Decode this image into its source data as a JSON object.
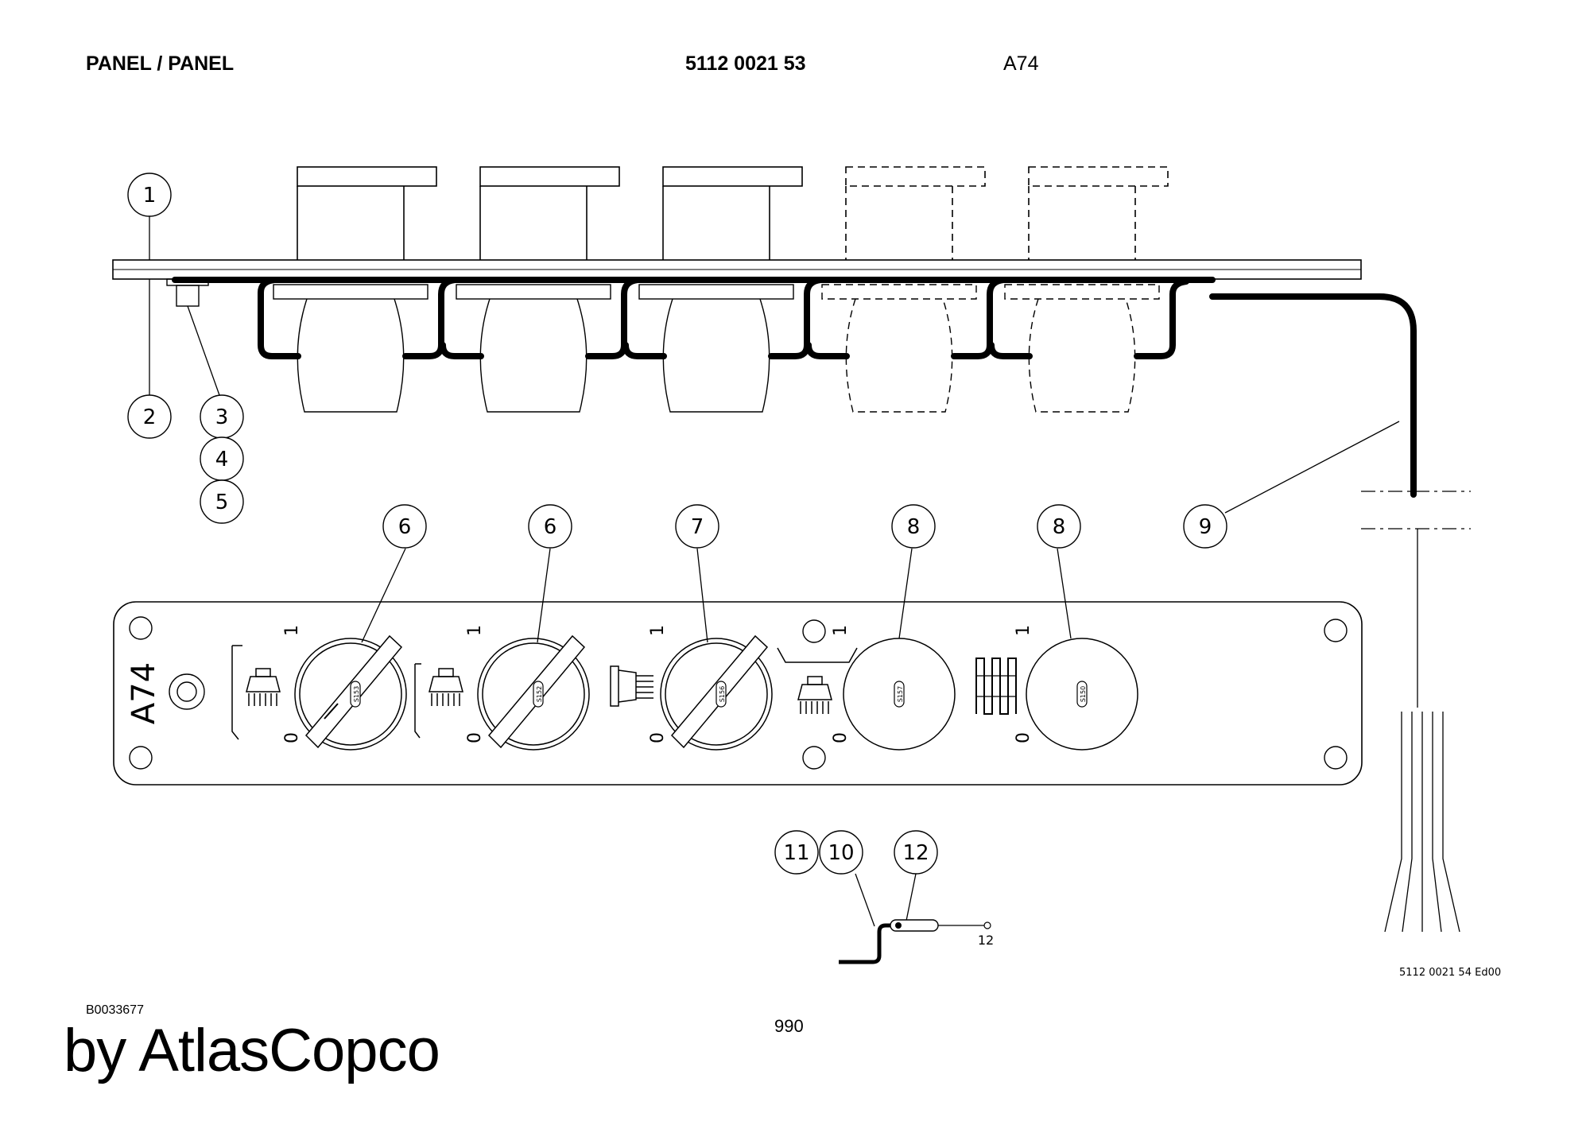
{
  "header": {
    "title": "PANEL / PANEL",
    "part_number": "5112 0021 53",
    "reference": "A74"
  },
  "panel": {
    "label": "A74",
    "switch_ids": [
      "S153",
      "S152",
      "S156",
      "S157",
      "S150"
    ],
    "position_on": "1",
    "position_off": "0"
  },
  "callouts": [
    "1",
    "2",
    "3",
    "4",
    "5",
    "6",
    "6",
    "7",
    "8",
    "8",
    "9",
    "10",
    "11",
    "12"
  ],
  "detail": {
    "terminal_label": "12",
    "ref": "5112 0021 54 Ed00"
  },
  "footer": {
    "doc_number": "B0033677",
    "page": "990",
    "brand": "by AtlasCopco"
  }
}
